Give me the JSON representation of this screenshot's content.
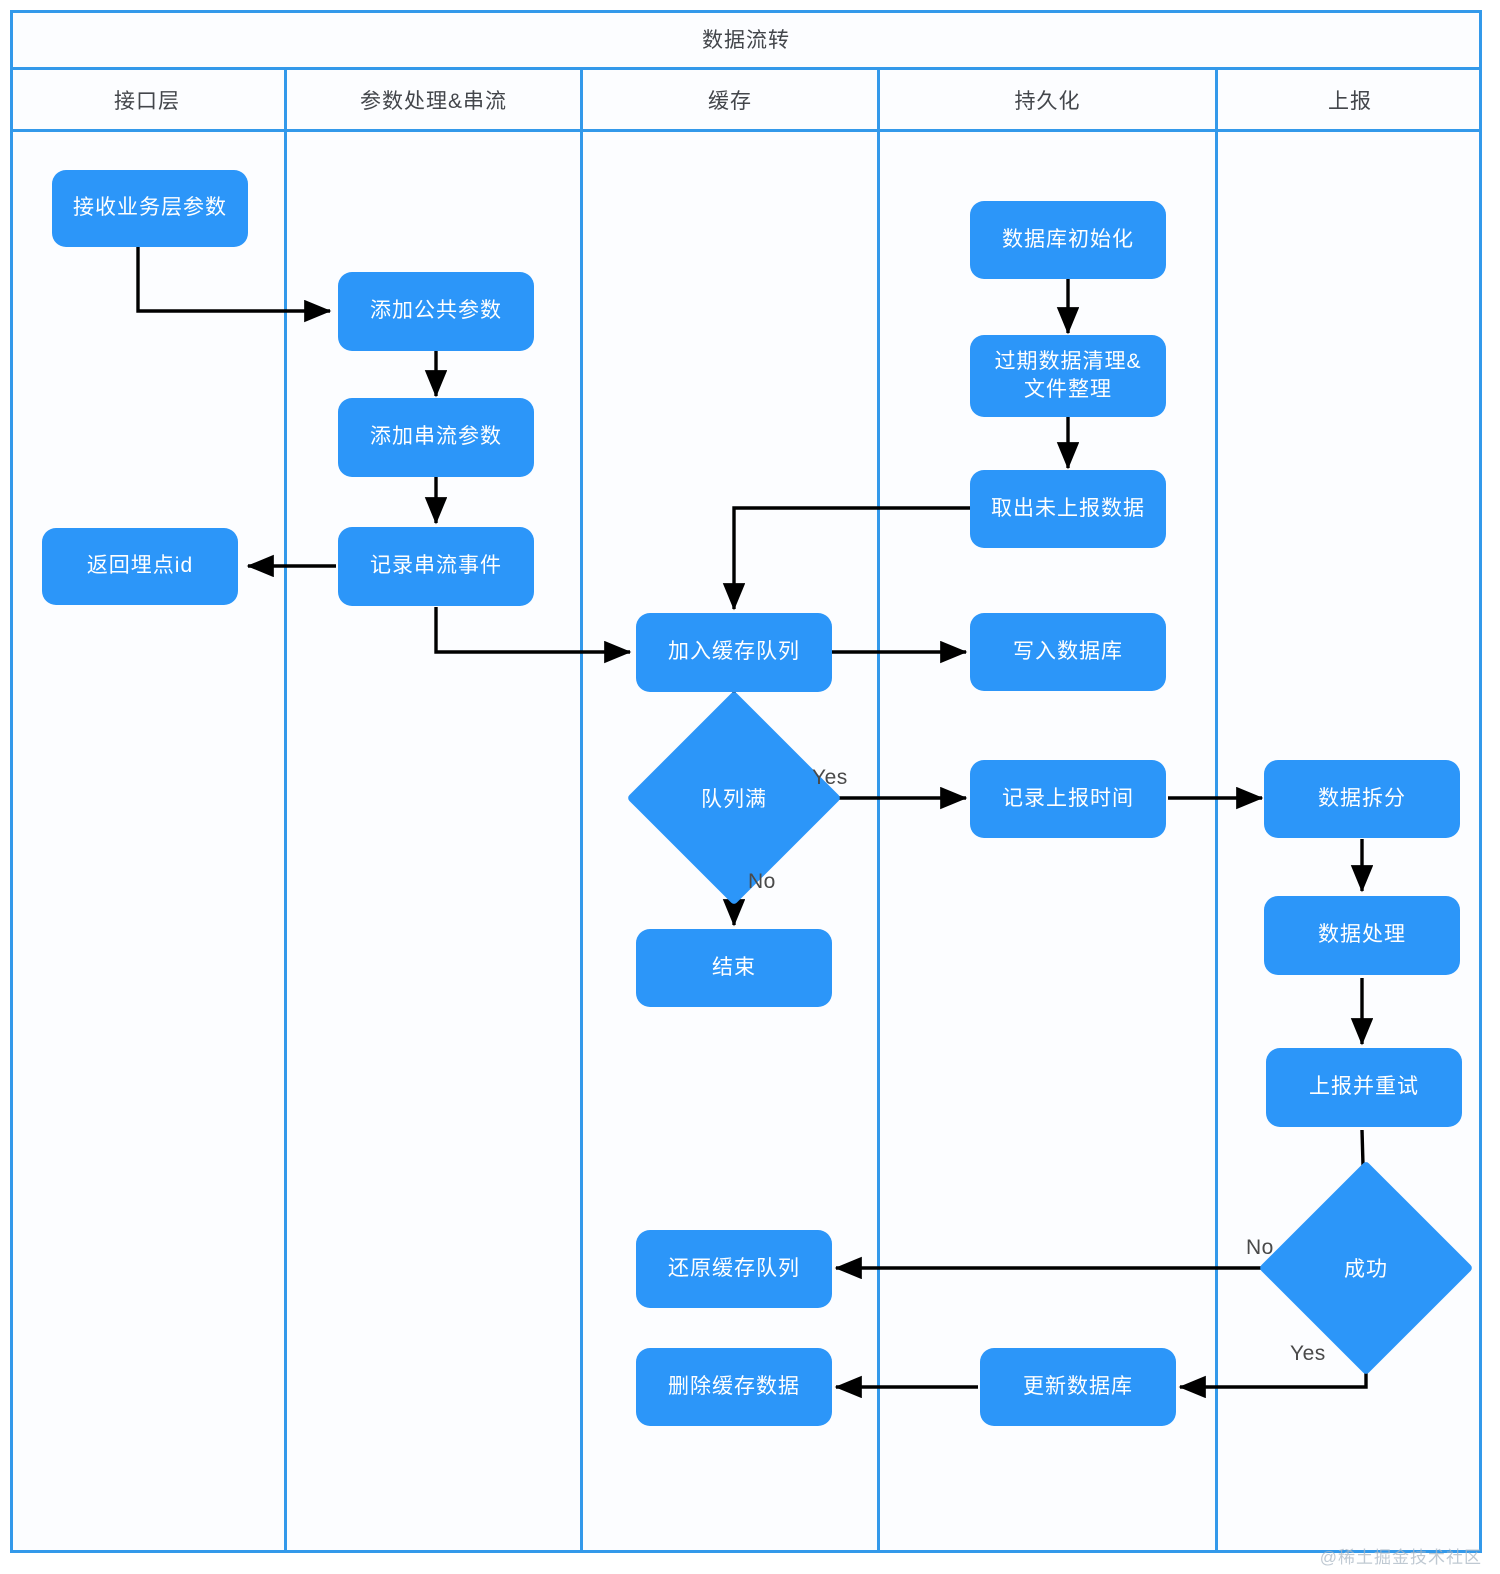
{
  "diagram": {
    "title": "数据流转",
    "watermark": "@稀土掘金技术社区",
    "accent_color": "#2c96f9",
    "frame_color": "#3399ea",
    "lanes": [
      {
        "label": "接口层"
      },
      {
        "label": "参数处理&串流"
      },
      {
        "label": "缓存"
      },
      {
        "label": "持久化"
      },
      {
        "label": "上报"
      }
    ],
    "nodes": [
      {
        "id": "recv",
        "label": "接收业务层参数",
        "lane": "接口层",
        "shape": "rounded-rect"
      },
      {
        "id": "ret_id",
        "label": "返回埋点id",
        "lane": "接口层",
        "shape": "rounded-rect"
      },
      {
        "id": "add_pub",
        "label": "添加公共参数",
        "lane": "参数处理&串流",
        "shape": "rounded-rect"
      },
      {
        "id": "add_chain",
        "label": "添加串流参数",
        "lane": "参数处理&串流",
        "shape": "rounded-rect"
      },
      {
        "id": "log_evt",
        "label": "记录串流事件",
        "lane": "参数处理&串流",
        "shape": "rounded-rect"
      },
      {
        "id": "enqueue",
        "label": "加入缓存队列",
        "lane": "缓存",
        "shape": "rounded-rect"
      },
      {
        "id": "q_full",
        "label": "队列满",
        "lane": "缓存",
        "shape": "diamond"
      },
      {
        "id": "end",
        "label": "结束",
        "lane": "缓存",
        "shape": "rounded-rect"
      },
      {
        "id": "restore_q",
        "label": "还原缓存队列",
        "lane": "缓存",
        "shape": "rounded-rect"
      },
      {
        "id": "del_cache",
        "label": "删除缓存数据",
        "lane": "缓存",
        "shape": "rounded-rect"
      },
      {
        "id": "db_init",
        "label": "数据库初始化",
        "lane": "持久化",
        "shape": "rounded-rect"
      },
      {
        "id": "clean",
        "label": "过期数据清理&\n文件整理",
        "lane": "持久化",
        "shape": "rounded-rect"
      },
      {
        "id": "fetch",
        "label": "取出未上报数据",
        "lane": "持久化",
        "shape": "rounded-rect"
      },
      {
        "id": "write_db",
        "label": "写入数据库",
        "lane": "持久化",
        "shape": "rounded-rect"
      },
      {
        "id": "log_time",
        "label": "记录上报时间",
        "lane": "持久化",
        "shape": "rounded-rect"
      },
      {
        "id": "update_db",
        "label": "更新数据库",
        "lane": "持久化",
        "shape": "rounded-rect"
      },
      {
        "id": "split",
        "label": "数据拆分",
        "lane": "上报",
        "shape": "rounded-rect"
      },
      {
        "id": "process",
        "label": "数据处理",
        "lane": "上报",
        "shape": "rounded-rect"
      },
      {
        "id": "report",
        "label": "上报并重试",
        "lane": "上报",
        "shape": "rounded-rect"
      },
      {
        "id": "success",
        "label": "成功",
        "lane": "上报",
        "shape": "diamond"
      }
    ],
    "edges": [
      {
        "from": "recv",
        "to": "add_pub",
        "label": ""
      },
      {
        "from": "add_pub",
        "to": "add_chain",
        "label": ""
      },
      {
        "from": "add_chain",
        "to": "log_evt",
        "label": ""
      },
      {
        "from": "log_evt",
        "to": "ret_id",
        "label": ""
      },
      {
        "from": "log_evt",
        "to": "enqueue",
        "label": ""
      },
      {
        "from": "db_init",
        "to": "clean",
        "label": ""
      },
      {
        "from": "clean",
        "to": "fetch",
        "label": ""
      },
      {
        "from": "fetch",
        "to": "enqueue",
        "label": ""
      },
      {
        "from": "enqueue",
        "to": "write_db",
        "label": ""
      },
      {
        "from": "enqueue",
        "to": "q_full",
        "label": ""
      },
      {
        "from": "q_full",
        "to": "log_time",
        "label": "Yes"
      },
      {
        "from": "q_full",
        "to": "end",
        "label": "No"
      },
      {
        "from": "log_time",
        "to": "split",
        "label": ""
      },
      {
        "from": "split",
        "to": "process",
        "label": ""
      },
      {
        "from": "process",
        "to": "report",
        "label": ""
      },
      {
        "from": "report",
        "to": "success",
        "label": ""
      },
      {
        "from": "success",
        "to": "restore_q",
        "label": "No"
      },
      {
        "from": "success",
        "to": "update_db",
        "label": "Yes"
      },
      {
        "from": "update_db",
        "to": "del_cache",
        "label": ""
      }
    ],
    "edge_labels": {
      "yes_queue": "Yes",
      "no_queue": "No",
      "no_success": "No",
      "yes_success": "Yes"
    }
  }
}
